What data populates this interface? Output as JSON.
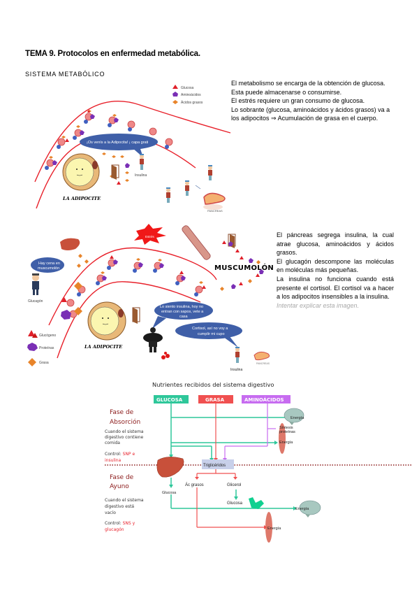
{
  "document": {
    "title": "TEMA 9. Protocolos en enfermedad metabólica.",
    "section_title": "SISTEMA METABÓLICO"
  },
  "paragraph1": {
    "lines": [
      "El metabolismo se encarga de la obtención de glucosa.",
      "Esta puede almacenarse o consumirse.",
      "El estrés requiere un gran consumo de glucosa.",
      "Lo sobrante (glucosa, aminoácidos y ácidos grasos) va a los adipocitos ⇒ Acumulación de grasa en el cuerpo."
    ]
  },
  "paragraph2": {
    "lines": [
      "El páncreas segrega insulina, la cual atrae glucosa, aminoácidos y ácidos grasos.",
      "El glucagón descompone las moléculas en moléculas más pequeñas.",
      "La insulina no funciona cuando está presente el cortisol. El cortisol va a hacer a los adipocitos insensibles a la insulina."
    ],
    "note": "Intentar explicar esta imagen."
  },
  "illustration1": {
    "legend": [
      {
        "label": "Glucosa",
        "icon": "triangle-icon",
        "color": "#e0202a"
      },
      {
        "label": "Aminoácidos",
        "icon": "pentagon-icon",
        "color": "#7a2fb5"
      },
      {
        "label": "Ácidos grasos",
        "icon": "diamond-icon",
        "color": "#e8842a"
      }
    ],
    "bubble": "¡Os venís a la Adipocita! ¡ capa grati",
    "adipocyte_label": "LA ADIPOCITE",
    "insulin_label": "Insulina",
    "pancreas_label": "PANCREAS"
  },
  "illustration2": {
    "stress_label": "Estrés",
    "muscle_label": "MUSCUMOLÓN",
    "liver_bubble": "Hay cena en muscumolón",
    "glucagon_label": "Glucagón",
    "adipocyte_label": "LA ADIPOCITE",
    "bouncer_bubble": "Lo siento insulina, hoy no entran con sapos, vete a casa",
    "insulin_bubble": "Cortisol, así no voy a cumplir mi cupo",
    "insulin_label": "Insulina",
    "pancreas_label": "PANCREAS",
    "legend": [
      {
        "label": "Glucógeno",
        "icon": "triangle-cluster-icon",
        "color": "#e0202a"
      },
      {
        "label": "Proteínas",
        "icon": "pentagon-cluster-icon",
        "color": "#7a2fb5"
      },
      {
        "label": "Grasa",
        "icon": "diamond-cluster-icon",
        "color": "#e8842a"
      }
    ]
  },
  "diagram": {
    "title": "Nutrientes recibidos del sistema digestivo",
    "headers": [
      {
        "label": "GLUCOSA",
        "color": "#2ec79a"
      },
      {
        "label": "GRASA",
        "color": "#f05050"
      },
      {
        "label": "AMINOÁCIDOS",
        "color": "#c76cf0"
      }
    ],
    "absorption": {
      "title_line1": "Fase de",
      "title_line2": "Absorción",
      "desc": "Cuando el sistema digestivo contiene comida",
      "control_prefix": "Control:",
      "control_value": "SNP e insulina"
    },
    "fasting": {
      "title_line1": "Fase de",
      "title_line2": "Ayuno",
      "desc": "Cuando el sistema digestivo está vacío",
      "control_prefix": "Control:",
      "control_value": "SNS y glucagón"
    },
    "nodes": {
      "energy_brain_top": "Energía",
      "protein_synthesis": "Síntesis proteínas",
      "energy_muscle_top": "Energía",
      "triglycerides": "Triglicéridos",
      "fatty_acids": "Ác grasos",
      "glycerol": "Glicerol",
      "glucose_liver": "Glucosa",
      "glucose_kidney": "Glucosa",
      "energy_brain_bottom": "Energía",
      "energy_muscle_bottom": "Energía"
    },
    "colors": {
      "title_phase": "#8b1a1a",
      "control_value": "#e8202a",
      "divider": "#8b1a1a"
    }
  }
}
